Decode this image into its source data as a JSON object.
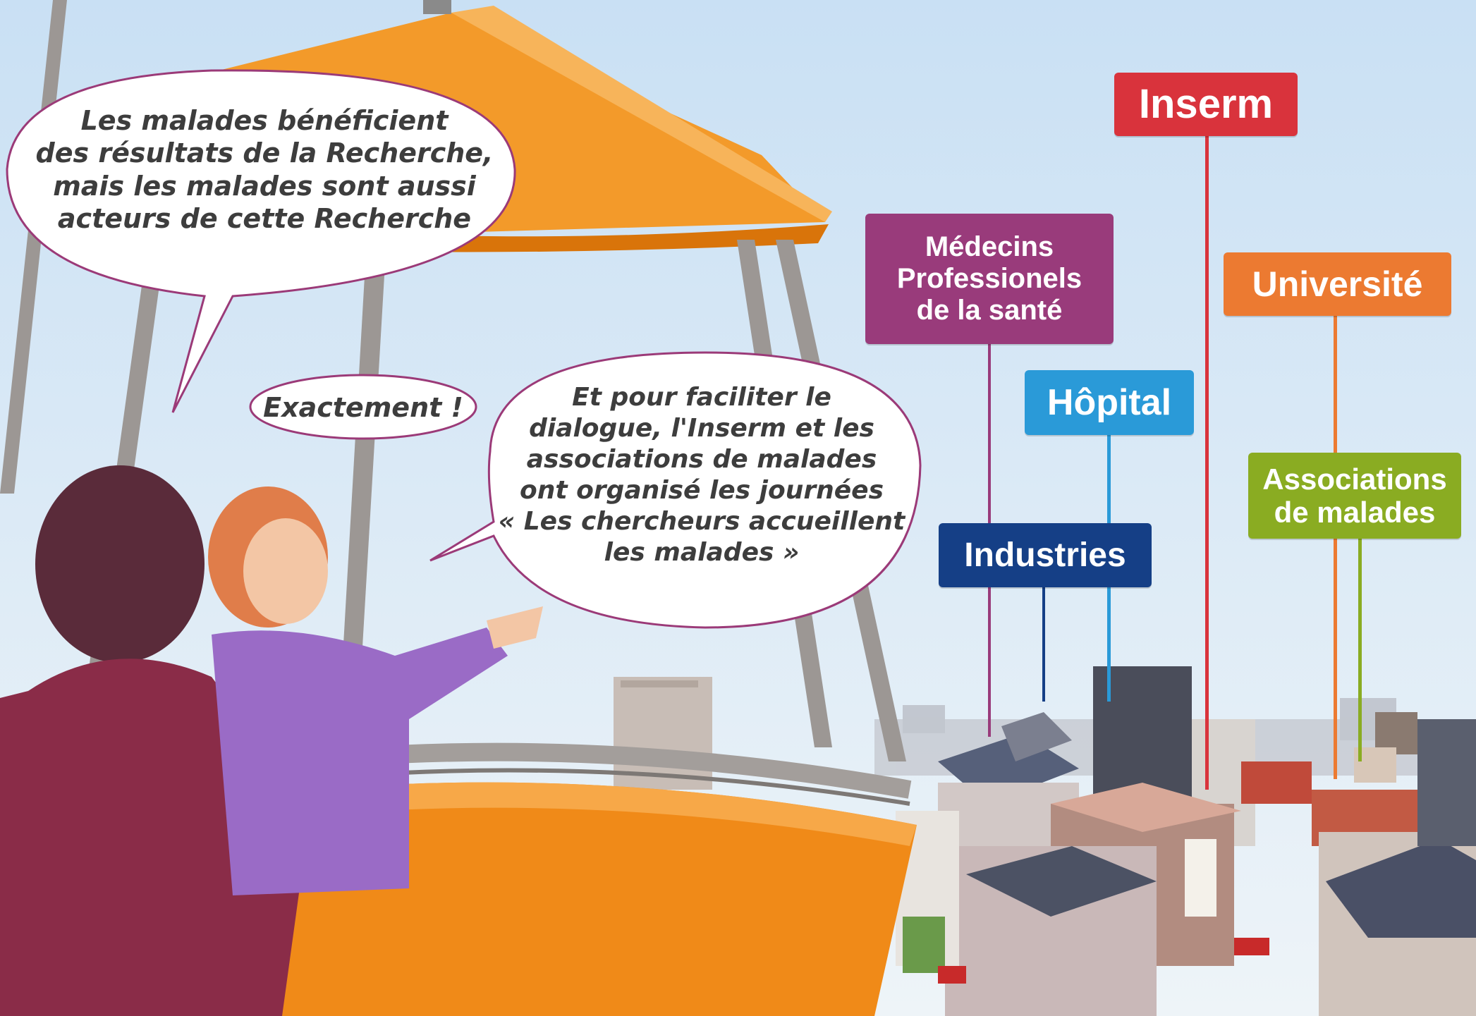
{
  "speech_bubbles": {
    "top_left": "Les malades bénéficient\ndes résultats de la Recherche,\nmais les malades sont aussi\nacteurs de cette Recherche",
    "exactement": "Exactement !",
    "right": "Et pour faciliter le\ndialogue, l'Inserm et les\nassociations de malades\nont organisé les journées\n« Les chercheurs accueillent\nles malades »"
  },
  "signs": {
    "inserm": "Inserm",
    "medecins": "Médecins\nProfessionels\nde la santé",
    "universite": "Université",
    "hopital": "Hôpital",
    "industries": "Industries",
    "associations": "Associations\nde malades"
  },
  "colors": {
    "inserm": "#d9333c",
    "medecins": "#993b7b",
    "universite": "#ec7a31",
    "hopital": "#2a9ad8",
    "industries": "#153f86",
    "associations": "#8aac22",
    "sky": "#dbe9f5",
    "gondola": "#f08a18"
  }
}
